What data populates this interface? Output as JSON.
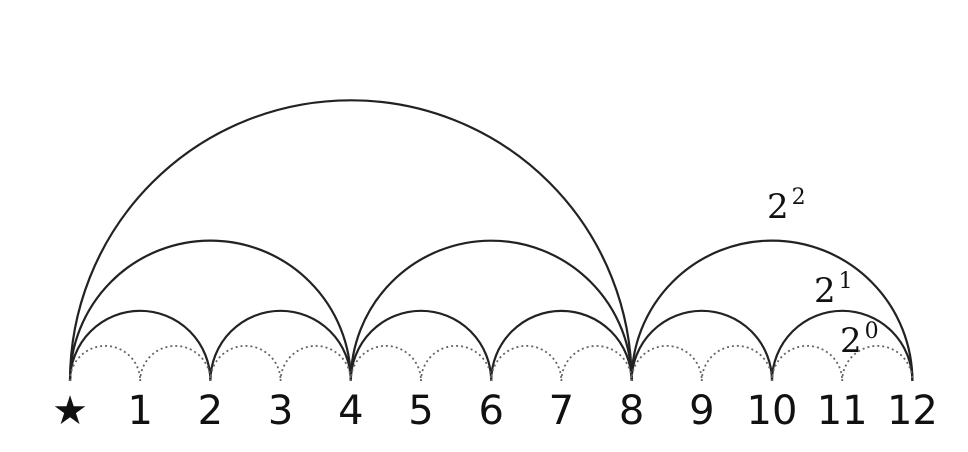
{
  "diagram": {
    "nodes": [
      "★",
      "1",
      "2",
      "3",
      "4",
      "5",
      "6",
      "7",
      "8",
      "9",
      "10",
      "11",
      "12"
    ],
    "arcs": [
      {
        "from": 0,
        "to": 8,
        "style": "solid"
      },
      {
        "from": 0,
        "to": 4,
        "style": "solid"
      },
      {
        "from": 4,
        "to": 8,
        "style": "solid"
      },
      {
        "from": 8,
        "to": 12,
        "style": "solid"
      },
      {
        "from": 0,
        "to": 2,
        "style": "solid"
      },
      {
        "from": 2,
        "to": 4,
        "style": "solid"
      },
      {
        "from": 4,
        "to": 6,
        "style": "solid"
      },
      {
        "from": 6,
        "to": 8,
        "style": "solid"
      },
      {
        "from": 8,
        "to": 10,
        "style": "solid"
      },
      {
        "from": 10,
        "to": 12,
        "style": "solid"
      },
      {
        "from": 0,
        "to": 1,
        "style": "dotted"
      },
      {
        "from": 1,
        "to": 2,
        "style": "dotted"
      },
      {
        "from": 2,
        "to": 3,
        "style": "dotted"
      },
      {
        "from": 3,
        "to": 4,
        "style": "dotted"
      },
      {
        "from": 4,
        "to": 5,
        "style": "dotted"
      },
      {
        "from": 5,
        "to": 6,
        "style": "dotted"
      },
      {
        "from": 6,
        "to": 7,
        "style": "dotted"
      },
      {
        "from": 7,
        "to": 8,
        "style": "dotted"
      },
      {
        "from": 8,
        "to": 9,
        "style": "dotted"
      },
      {
        "from": 9,
        "to": 10,
        "style": "dotted"
      },
      {
        "from": 10,
        "to": 11,
        "style": "dotted"
      },
      {
        "from": 11,
        "to": 12,
        "style": "dotted"
      }
    ],
    "power_labels": [
      {
        "base": "2",
        "exp": "2",
        "arc": [
          8,
          12
        ]
      },
      {
        "base": "2",
        "exp": "1",
        "arc": [
          10,
          12
        ]
      },
      {
        "base": "2",
        "exp": "0",
        "arc": [
          11,
          12
        ]
      }
    ]
  }
}
